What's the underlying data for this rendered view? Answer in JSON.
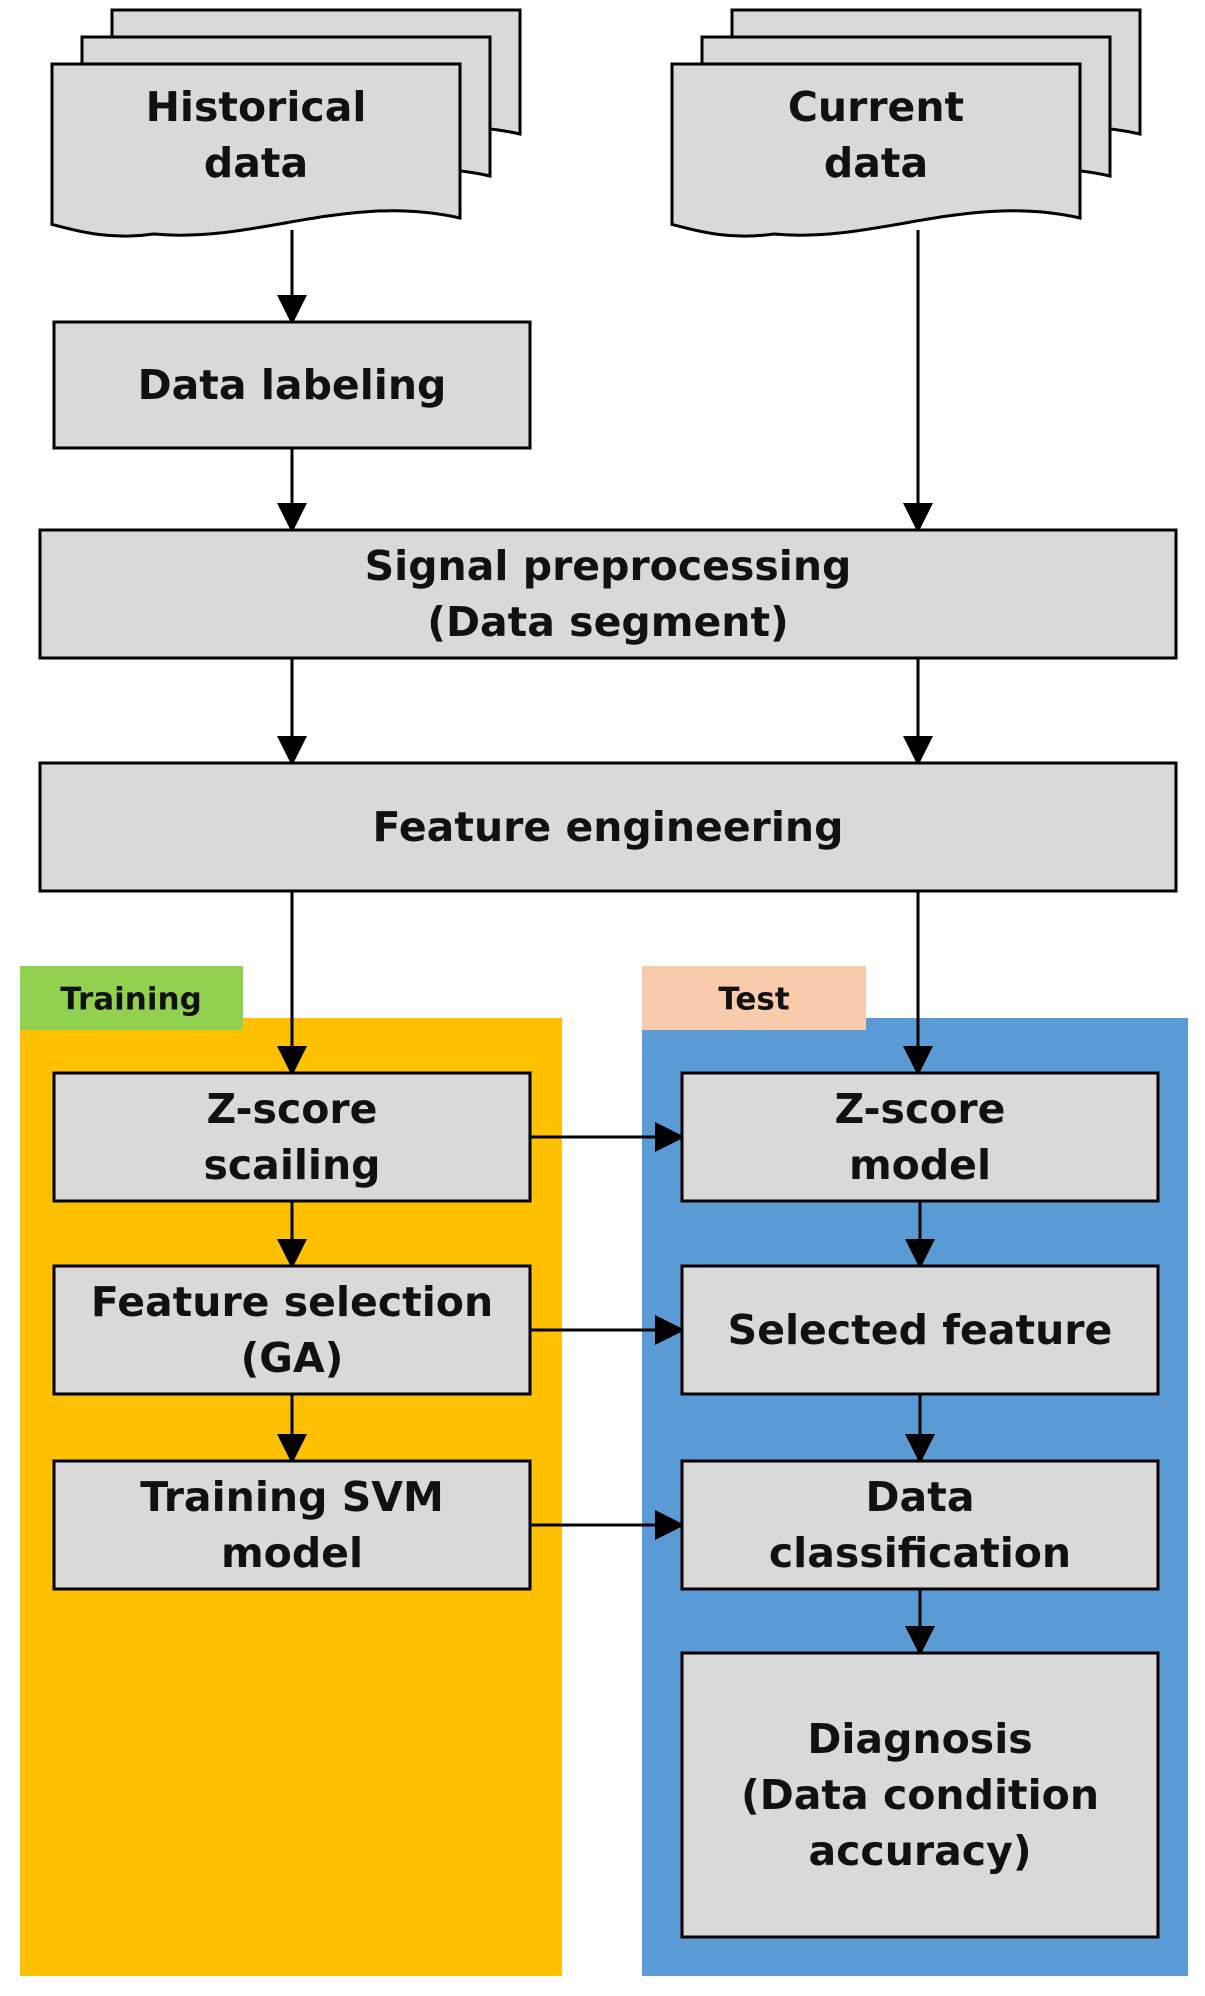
{
  "colors": {
    "box_fill": "#d9d9d9",
    "box_stroke": "#000000",
    "training_panel": "#ffc000",
    "training_tag": "#92d050",
    "test_panel": "#5b9bd5",
    "test_tag": "#f8cbad",
    "arrow": "#000000"
  },
  "diagram": {
    "panels": {
      "training": {
        "tag": "Training"
      },
      "test": {
        "tag": "Test"
      }
    },
    "nodes": {
      "historical": {
        "shape": "multi-document",
        "lines": [
          "Historical",
          "data"
        ]
      },
      "current": {
        "shape": "multi-document",
        "lines": [
          "Current",
          "data"
        ]
      },
      "labeling": {
        "shape": "process",
        "lines": [
          "Data labeling"
        ]
      },
      "preprocessing": {
        "shape": "process",
        "lines": [
          "Signal preprocessing",
          "(Data segment)"
        ]
      },
      "feature_eng": {
        "shape": "process",
        "lines": [
          "Feature engineering"
        ]
      },
      "zscore_scaling": {
        "shape": "process",
        "lines": [
          "Z-score",
          "scailing"
        ]
      },
      "feature_selection": {
        "shape": "process",
        "lines": [
          "Feature selection",
          "(GA)"
        ]
      },
      "training_svm": {
        "shape": "process",
        "lines": [
          "Training SVM",
          "model"
        ]
      },
      "zscore_model": {
        "shape": "process",
        "lines": [
          "Z-score",
          "model"
        ]
      },
      "selected_feature": {
        "shape": "process",
        "lines": [
          "Selected feature"
        ]
      },
      "data_classification": {
        "shape": "process",
        "lines": [
          "Data",
          "classification"
        ]
      },
      "diagnosis": {
        "shape": "process",
        "lines": [
          "Diagnosis",
          "(Data condition",
          "accuracy)"
        ]
      }
    },
    "edges": [
      {
        "from": "historical",
        "to": "labeling"
      },
      {
        "from": "labeling",
        "to": "preprocessing"
      },
      {
        "from": "current",
        "to": "preprocessing"
      },
      {
        "from": "preprocessing",
        "to": "feature_eng",
        "side": "left"
      },
      {
        "from": "preprocessing",
        "to": "feature_eng",
        "side": "right"
      },
      {
        "from": "feature_eng",
        "to": "zscore_scaling"
      },
      {
        "from": "feature_eng",
        "to": "zscore_model"
      },
      {
        "from": "zscore_scaling",
        "to": "feature_selection"
      },
      {
        "from": "feature_selection",
        "to": "training_svm"
      },
      {
        "from": "zscore_model",
        "to": "selected_feature"
      },
      {
        "from": "selected_feature",
        "to": "data_classification"
      },
      {
        "from": "data_classification",
        "to": "diagnosis"
      },
      {
        "from": "zscore_scaling",
        "to": "zscore_model"
      },
      {
        "from": "feature_selection",
        "to": "selected_feature"
      },
      {
        "from": "training_svm",
        "to": "data_classification"
      }
    ]
  }
}
